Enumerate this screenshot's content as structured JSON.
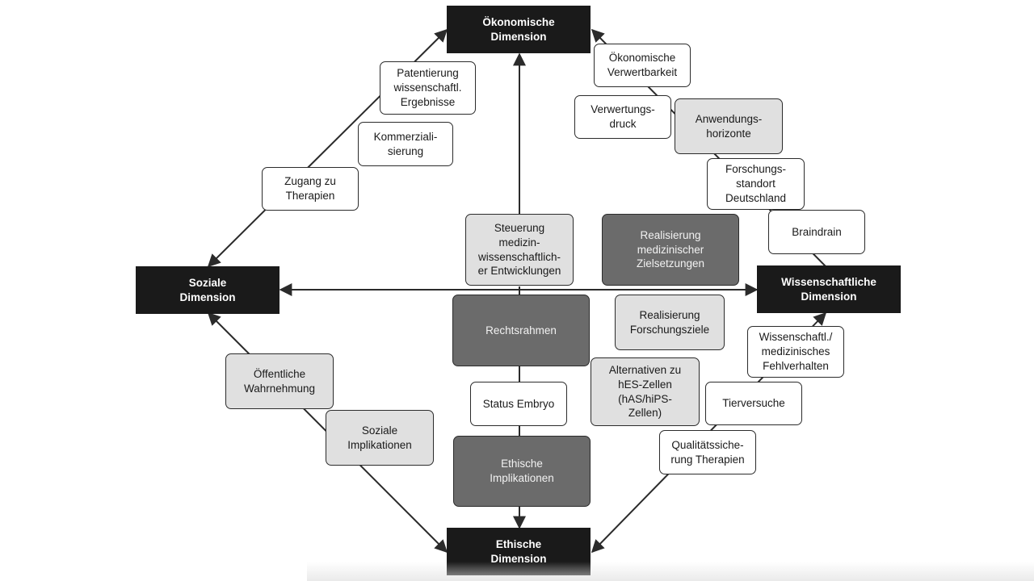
{
  "dimensions": {
    "economic": "Ökonomische\nDimension",
    "social": "Soziale\nDimension",
    "scientific": "Wissenschaftliche\nDimension",
    "ethical": "Ethische\nDimension"
  },
  "nodes": {
    "patentierung": "Patentierung\nwissenschaftl.\nErgebnisse",
    "kommerzialisierung": "Kommerziali-\nsierung",
    "zugang": "Zugang zu\nTherapien",
    "verwertbarkeit": "Ökonomische\nVerwertbarkeit",
    "verwertungsdruck": "Verwertungs-\ndruck",
    "anwendungshorizonte": "Anwendungs-\nhorizonte",
    "forschungsstandort": "Forschungs-\nstandort\nDeutschland",
    "braindrain": "Braindrain",
    "steuerung": "Steuerung\nmedizin-\nwissenschaftlich-\ner Entwicklungen",
    "realisierung_med": "Realisierung\nmedizinischer\nZielsetzungen",
    "rechtsrahmen": "Rechtsrahmen",
    "realisierung_forschung": "Realisierung\nForschungsziele",
    "fehlverhalten": "Wissenschaftl./\nmedizinisches\nFehlverhalten",
    "alternativen": "Alternativen zu\nhES-Zellen\n(hAS/hiPS-\nZellen)",
    "status_embryo": "Status Embryo",
    "tierversuche": "Tierversuche",
    "qualitaetssicherung": "Qualitätssiche-\nrung Therapien",
    "ethische_implikationen": "Ethische\nImplikationen",
    "oeffentliche": "Öffentliche\nWahrnehmung",
    "soziale_implikationen": "Soziale\nImplikationen"
  },
  "colors": {
    "dimension_box": "#1a1a1a",
    "dark_box": "#6b6b6b",
    "light_box": "#e0e0e0",
    "white_box": "#ffffff",
    "line": "#2b2b2b"
  }
}
